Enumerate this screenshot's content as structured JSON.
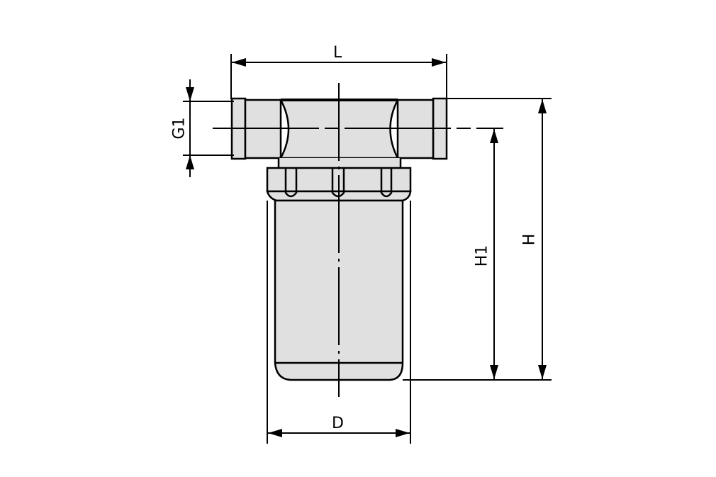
{
  "drawing": {
    "type": "technical dimension drawing",
    "subject": "inline strainer / filter housing with threaded ports and bowl",
    "colors": {
      "body_fill": "#e0e0e0",
      "line": "#000000",
      "background": "#ffffff"
    }
  },
  "dimensions": {
    "length": {
      "label": "L"
    },
    "thread_size": {
      "label": "G1"
    },
    "overall_height": {
      "label": "H"
    },
    "height_to_centerline": {
      "label": "H1"
    },
    "bowl_diameter": {
      "label": "D"
    }
  }
}
